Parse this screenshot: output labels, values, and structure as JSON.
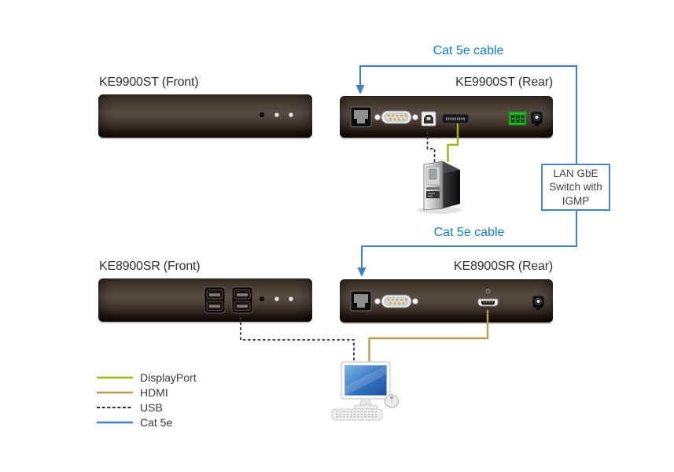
{
  "diagram": {
    "titles": {
      "ke9900st_front": "KE9900ST (Front)",
      "ke9900st_rear": "KE9900ST (Rear)",
      "ke8900sr_front": "KE8900SR (Front)",
      "ke8900sr_rear": "KE8900SR (Rear)"
    },
    "cable_labels": {
      "cat5e_top": "Cat 5e cable",
      "cat5e_bottom": "Cat 5e cable"
    },
    "switch_box": {
      "line1": "LAN GbE",
      "line2": "Switch with",
      "line3": "IGMP"
    },
    "legend": {
      "items": [
        {
          "label": "DisplayPort",
          "color": "#9db31c",
          "style": "solid"
        },
        {
          "label": "HDMI",
          "color": "#b5a057",
          "style": "solid"
        },
        {
          "label": "USB",
          "color": "#2f2f2f",
          "style": "dashed"
        },
        {
          "label": "Cat 5e",
          "color": "#4181c1",
          "style": "solid"
        }
      ]
    },
    "colors": {
      "cat5e_line": "#4181c1",
      "cat5e_text": "#177ac9",
      "displayport_line": "#9db31c",
      "hdmi_line": "#b5a057",
      "usb_line": "#2f2f2f",
      "switch_box_border": "#4a86c2",
      "title_text": "#363230"
    }
  }
}
